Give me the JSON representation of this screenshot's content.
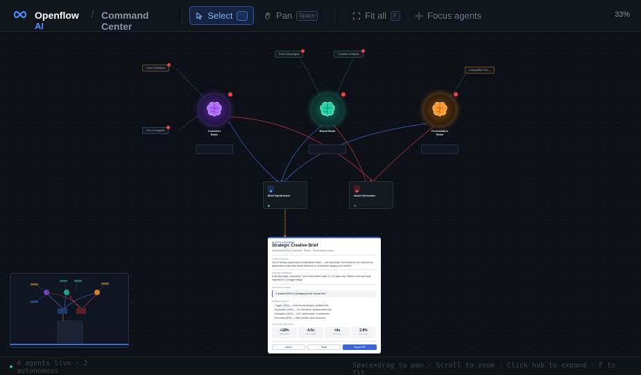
{
  "app": {
    "brand_name": "Openflow",
    "brand_sub": "AI",
    "breadcrumb_sep": "/",
    "breadcrumb_line1": "Command",
    "breadcrumb_line2": "Center",
    "zoom": "33%"
  },
  "toolbar": {
    "select_label": "Select",
    "pan_label": "Pan",
    "pan_key": "Space",
    "fit_label": "Fit all",
    "fit_key": "F",
    "focus_label": "Focus agents"
  },
  "inputs": {
    "voice_sessions": "Voice Sessions",
    "gen_insights": "Gen 2 Insights",
    "past_campaigns": "Past Campaigns",
    "creative_analysis": "Creative Analysis",
    "competitor": "Competitor Gro..."
  },
  "hubs": {
    "customer": {
      "line1": "Customer",
      "line2": "Brain"
    },
    "brand": {
      "line1": "Brand Brain"
    },
    "presentation": {
      "line1": "Presentation",
      "line2": "Brain"
    }
  },
  "processors": {
    "brief": {
      "title": "Brief Synthesizer"
    },
    "asset": {
      "title": "Asset Generator"
    }
  },
  "output_doc": {
    "kicker": "OUTPUT DOCUMENT",
    "title": "Strategic Creative Brief",
    "subtitle": "Synthesized from Customer · Brand · Presentation brains",
    "sec_core_insight": "CORE INSIGHT",
    "core_insight": "Gen Z beauty buyers are in evaluation mode — not discovery. The brand is over-indexed on awareness hooks and under-indexed on conversion-stage proof content.",
    "sec_target_moment": "TARGET MOMENT",
    "target_moment": "Post-dismissal / discovery + pre-event intent spike (7–10 days out). Pattern-interrupt hook required at 3 s trigger stage.",
    "sec_creative_hook": "CREATIVE HOOK",
    "creative_hook": "“I wasted $200 on [category] until I found this.”",
    "sec_format_split": "FORMAT SPLIT",
    "formats": [
      "· Trigger (75%) — 3-sec thumb-stopper, problem-first",
      "· Exploration (25%) — 30–60s demo, transformation arc",
      "· Evaluation (40%) — UGC testimonials + bundled list",
      "· Purchase (55%) — Offer-forward, time-anchored"
    ],
    "sec_success": "SUCCESS METRICS",
    "metrics": [
      {
        "value": "+18%",
        "label": "Bid to Build"
      },
      {
        "value": "4.0x",
        "label": "ROAS target"
      },
      {
        "value": ">4s",
        "label": "Hook hold"
      },
      {
        "value": "2.8%",
        "label": "CVR target"
      }
    ],
    "btn_notion": "Notion",
    "btn_slack": "Slack",
    "btn_export": "Export PDF"
  },
  "footer": {
    "status": "4 agents live · 2 autonomous",
    "hint": "Space+drag to pan · Scroll to zoom · Click hub to expand · F to fit"
  },
  "colors": {
    "accent": "#4f8cff",
    "badge": "#e5484d",
    "live": "#2fbf71",
    "customer_hub": "#a259ff",
    "brand_hub": "#18c49a",
    "presentation_hub": "#ff9a2e"
  }
}
